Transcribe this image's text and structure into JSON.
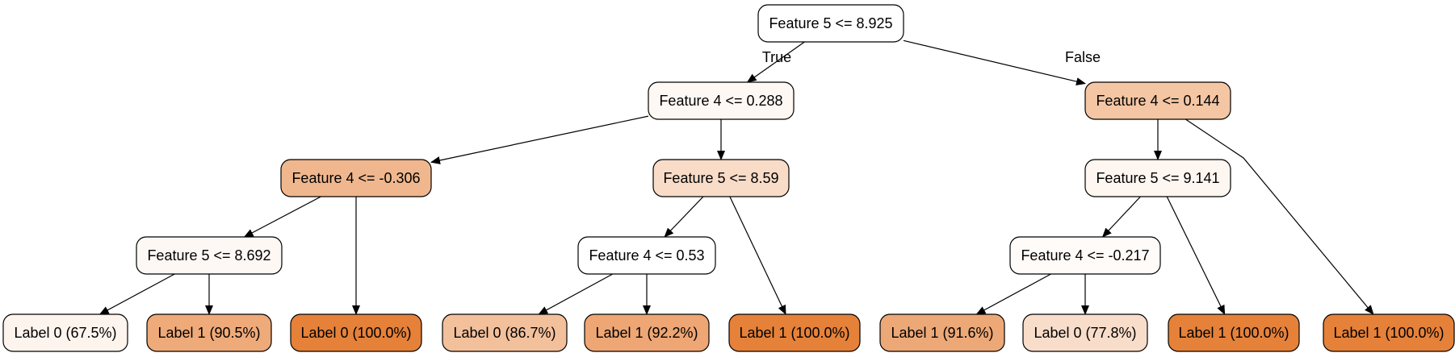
{
  "tree": {
    "nodes": [
      {
        "id": "n0",
        "label": "Feature 5 <= 8.925",
        "fill": "#ffffff"
      },
      {
        "id": "n1",
        "label": "Feature 4 <= 0.288",
        "fill": "#fef8f4"
      },
      {
        "id": "n2",
        "label": "Feature 4 <= 0.144",
        "fill": "#f4c6a4"
      },
      {
        "id": "n3",
        "label": "Feature 4 <= -0.306",
        "fill": "#f0b78e"
      },
      {
        "id": "n4",
        "label": "Feature 5 <= 8.59",
        "fill": "#f8dcc8"
      },
      {
        "id": "n5",
        "label": "Feature 5 <= 9.141",
        "fill": "#fdf6f1"
      },
      {
        "id": "n6",
        "label": "Feature 5 <= 8.692",
        "fill": "#fef8f5"
      },
      {
        "id": "n7",
        "label": "Label 0 (100.0%)",
        "fill": "#e58139"
      },
      {
        "id": "n8",
        "label": "Feature 4 <= 0.53",
        "fill": "#ffffff"
      },
      {
        "id": "n9",
        "label": "Label 1 (100.0%)",
        "fill": "#e58139"
      },
      {
        "id": "n10",
        "label": "Feature 4 <= -0.217",
        "fill": "#fefbf9"
      },
      {
        "id": "n11",
        "label": "Label 1 (100.0%)",
        "fill": "#e58139"
      },
      {
        "id": "n12",
        "label": "Label 1 (100.0%)",
        "fill": "#e58139"
      },
      {
        "id": "n13",
        "label": "Label 0 (67.5%)",
        "fill": "#fdf4ee"
      },
      {
        "id": "n14",
        "label": "Label 1 (90.5%)",
        "fill": "#efaa79"
      },
      {
        "id": "n15",
        "label": "Label 0 (86.7%)",
        "fill": "#f3c09c"
      },
      {
        "id": "n16",
        "label": "Label 1 (92.2%)",
        "fill": "#eda674"
      },
      {
        "id": "n17",
        "label": "Label 1 (91.6%)",
        "fill": "#eda877"
      },
      {
        "id": "n18",
        "label": "Label 0 (77.8%)",
        "fill": "#f8ddca"
      }
    ],
    "edges": [
      {
        "from": "n0",
        "to": "n1",
        "label": "True"
      },
      {
        "from": "n0",
        "to": "n2",
        "label": "False"
      },
      {
        "from": "n1",
        "to": "n3",
        "label": ""
      },
      {
        "from": "n1",
        "to": "n4",
        "label": ""
      },
      {
        "from": "n2",
        "to": "n5",
        "label": ""
      },
      {
        "from": "n2",
        "to": "n12",
        "label": ""
      },
      {
        "from": "n3",
        "to": "n6",
        "label": ""
      },
      {
        "from": "n3",
        "to": "n7",
        "label": ""
      },
      {
        "from": "n4",
        "to": "n8",
        "label": ""
      },
      {
        "from": "n4",
        "to": "n9",
        "label": ""
      },
      {
        "from": "n5",
        "to": "n10",
        "label": ""
      },
      {
        "from": "n5",
        "to": "n11",
        "label": ""
      },
      {
        "from": "n6",
        "to": "n13",
        "label": ""
      },
      {
        "from": "n6",
        "to": "n14",
        "label": ""
      },
      {
        "from": "n8",
        "to": "n15",
        "label": ""
      },
      {
        "from": "n8",
        "to": "n16",
        "label": ""
      },
      {
        "from": "n10",
        "to": "n17",
        "label": ""
      },
      {
        "from": "n10",
        "to": "n18",
        "label": ""
      }
    ]
  }
}
